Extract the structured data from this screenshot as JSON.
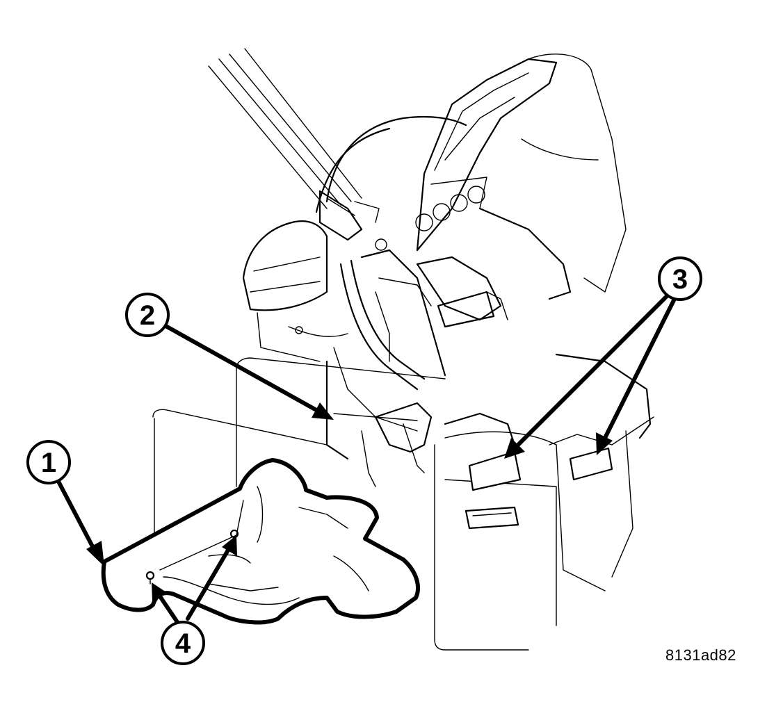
{
  "callouts": [
    {
      "id": "1",
      "label": "1"
    },
    {
      "id": "2",
      "label": "2"
    },
    {
      "id": "3",
      "label": "3"
    },
    {
      "id": "4",
      "label": "4"
    }
  ],
  "figure_id": "8131ad82"
}
